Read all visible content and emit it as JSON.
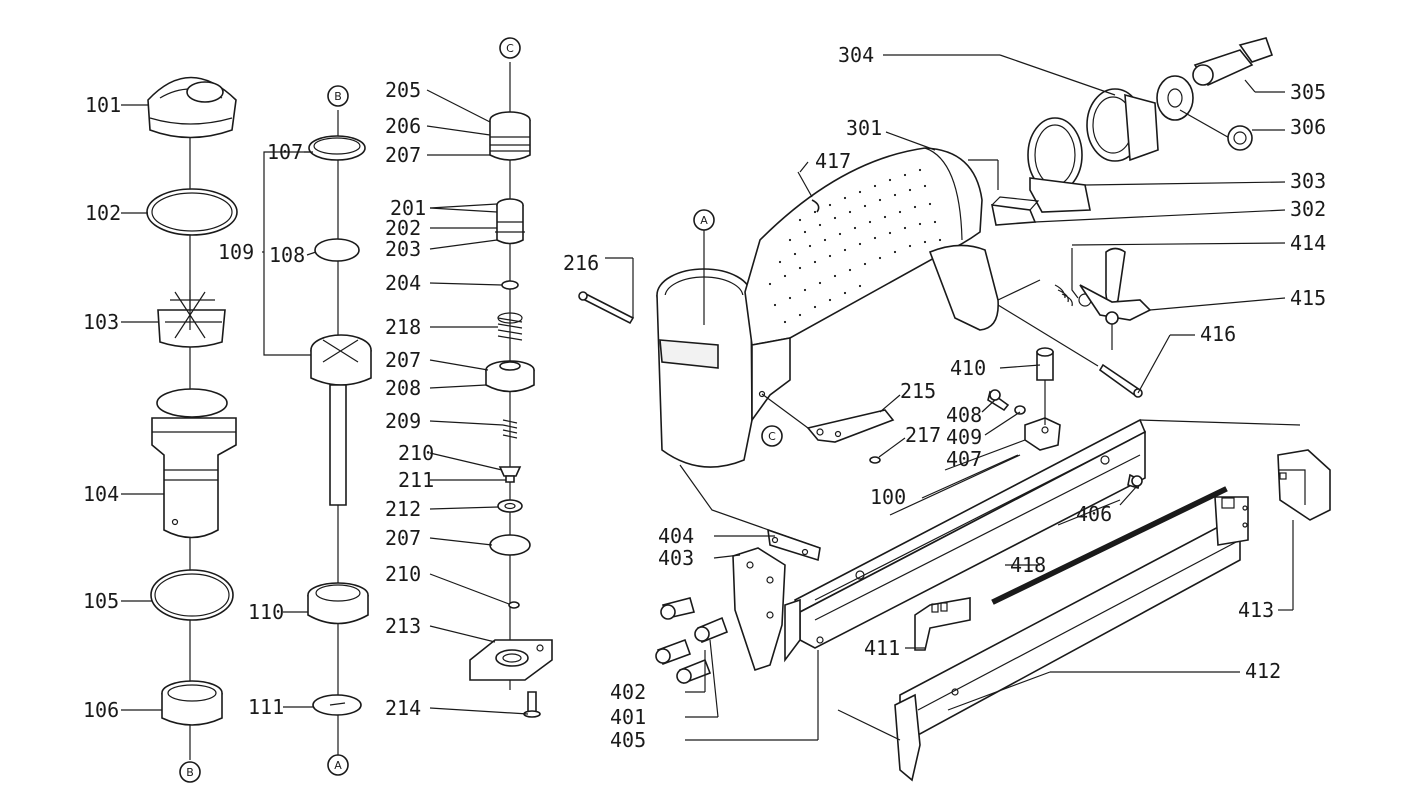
{
  "labels": {
    "l101": "101",
    "l102": "102",
    "l103": "103",
    "l104": "104",
    "l105": "105",
    "l106": "106",
    "l107": "107",
    "l108": "108",
    "l109": "109",
    "l110": "110",
    "l111": "111",
    "l201": "201",
    "l202": "202",
    "l203": "203",
    "l204": "204",
    "l205": "205",
    "l206": "206",
    "l207a": "207",
    "l207b": "207",
    "l207c": "207",
    "l208": "208",
    "l209": "209",
    "l210a": "210",
    "l210b": "210",
    "l211": "211",
    "l212": "212",
    "l213": "213",
    "l214": "214",
    "l215": "215",
    "l216": "216",
    "l217": "217",
    "l218": "218",
    "l301": "301",
    "l302": "302",
    "l303": "303",
    "l304": "304",
    "l305": "305",
    "l306": "306",
    "l100": "100",
    "l401": "401",
    "l402": "402",
    "l403": "403",
    "l404": "404",
    "l405": "405",
    "l406": "406",
    "l407": "407",
    "l408": "408",
    "l409": "409",
    "l410": "410",
    "l411": "411",
    "l412": "412",
    "l413": "413",
    "l414": "414",
    "l415": "415",
    "l416": "416",
    "l417": "417",
    "l418": "418"
  },
  "connectors": {
    "a_top": "A",
    "a_bottom": "A",
    "b_top": "B",
    "b_bottom": "B",
    "c_top": "C",
    "c_body": "C"
  }
}
